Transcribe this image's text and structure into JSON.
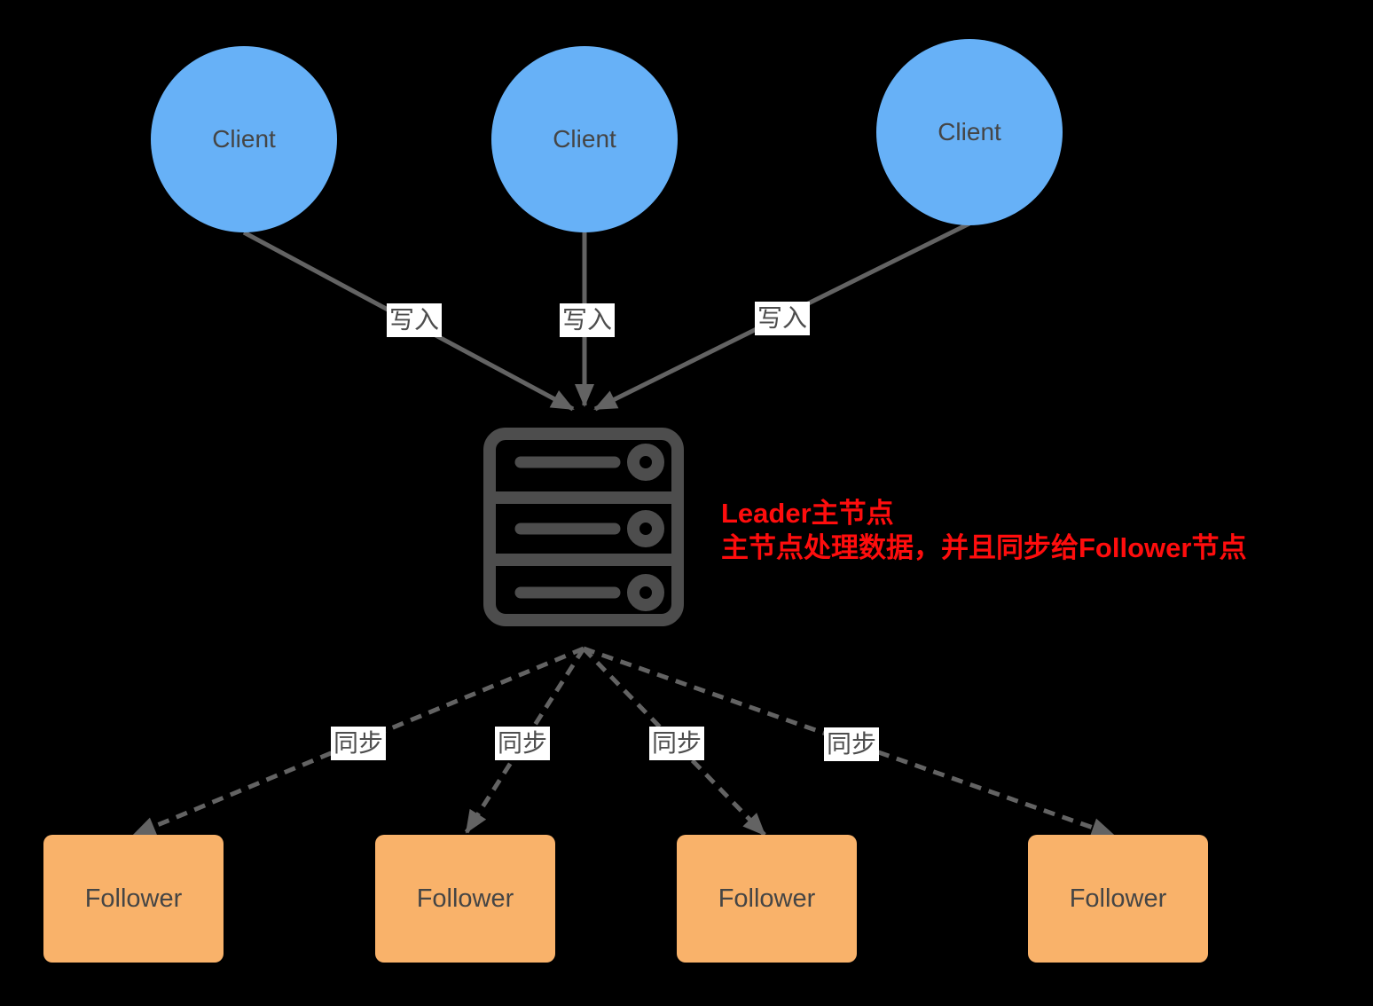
{
  "diagram": {
    "clients": [
      {
        "label": "Client"
      },
      {
        "label": "Client"
      },
      {
        "label": "Client"
      }
    ],
    "write_labels": [
      "写入",
      "写入",
      "写入"
    ],
    "sync_labels": [
      "同步",
      "同步",
      "同步",
      "同步"
    ],
    "leader_note": {
      "line1": "Leader主节点",
      "line2": "主节点处理数据，并且同步给Follower节点"
    },
    "followers": [
      {
        "label": "Follower"
      },
      {
        "label": "Follower"
      },
      {
        "label": "Follower"
      },
      {
        "label": "Follower"
      }
    ],
    "server": {
      "icon": "server-rack-icon"
    },
    "colors": {
      "background": "#000000",
      "client_fill": "#67B1F7",
      "follower_fill": "#F9B26A",
      "line": "#636363",
      "icon_stroke": "#4D4D4D",
      "node_text": "#454545",
      "label_text": "#4D4D4D",
      "label_bg": "#FFFFFF",
      "note_text": "#FF0D0D"
    }
  }
}
